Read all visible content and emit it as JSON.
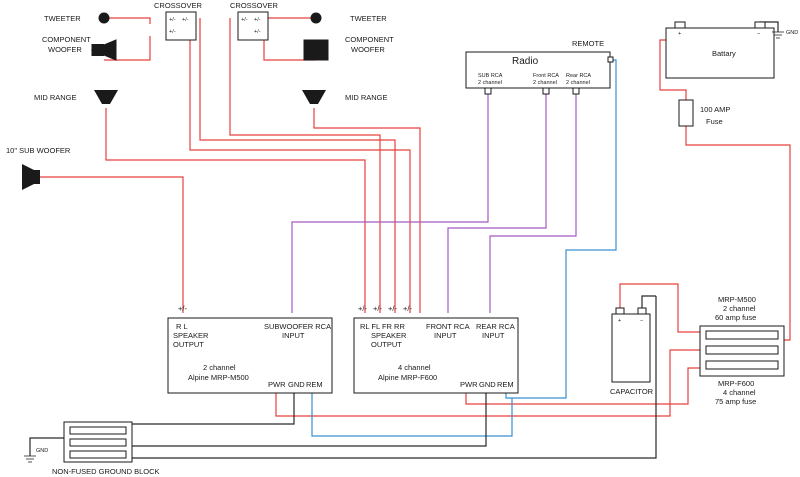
{
  "colors": {
    "power": "#e8403f",
    "ground": "#2a2a2a",
    "remote": "#3a8fd0",
    "rca": "#a45ac2",
    "outline": "#1a1a1a"
  },
  "labels": {
    "tweeter_left": "TWEETER",
    "tweeter_right": "TWEETER",
    "crossover_left": "CROSSOVER",
    "crossover_right": "CROSSOVER",
    "crossover_terminal": "+/-",
    "woofer_left": [
      "COMPONENT",
      "WOOFER"
    ],
    "woofer_right": [
      "COMPONENT",
      "WOOFER"
    ],
    "mid_left": "MID RANGE",
    "mid_right": "MID RANGE",
    "sub": "10\" SUB WOOFER",
    "radio": "Radio",
    "remote": "REMOTE",
    "radio_sub": [
      "SUB RCA",
      "2 channel"
    ],
    "radio_front": [
      "Front RCA",
      "2 channel"
    ],
    "radio_rear": [
      "Rear RCA",
      "2 channel"
    ],
    "battery": "Battary",
    "battery_plus": "+",
    "battery_minus": "−",
    "gnd": "GND",
    "fuse": [
      "100 AMP",
      "Fuse"
    ],
    "capacitor": "CAPACITOR",
    "cap_plus": "+",
    "cap_minus": "−",
    "fuse_block_top": [
      "MRP-M500",
      "2 channel",
      "60 amp fuse"
    ],
    "fuse_block_bottom": [
      "MRP-F600",
      "4 channel",
      "75 amp fuse"
    ],
    "ground_block": "NON-FUSED GROUND BLOCK"
  },
  "amp_m500": {
    "polarity": "+/-",
    "speaker_out": [
      "R   L",
      "SPEAKER",
      "OUTPUT"
    ],
    "rca_in": [
      "SUBWOOFER RCA",
      "INPUT"
    ],
    "name": [
      "2 channel",
      "Alpine MRP-M500"
    ],
    "terminals": [
      "PWR",
      "GND",
      "REM"
    ]
  },
  "amp_f600": {
    "polarity": [
      "+/-",
      "+/-",
      "+/-",
      "+/-"
    ],
    "speaker_out": [
      "RL   FL   FR   RR",
      "SPEAKER",
      "OUTPUT"
    ],
    "front_in": [
      "FRONT RCA",
      "INPUT"
    ],
    "rear_in": [
      "REAR RCA",
      "INPUT"
    ],
    "name": [
      "4 channel",
      "Alpine MRP-F600"
    ],
    "terminals": [
      "PWR",
      "GND",
      "REM"
    ]
  }
}
